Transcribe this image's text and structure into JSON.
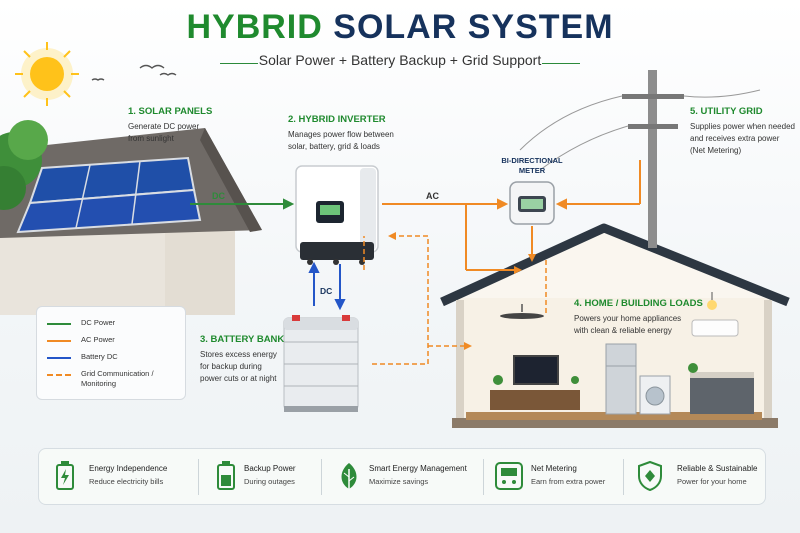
{
  "header": {
    "title_part1": "HYBRID",
    "title_part2": "SOLAR SYSTEM",
    "subtitle": "Solar Power + Battery Backup + Grid Support"
  },
  "components": {
    "solar": {
      "heading": "1. SOLAR PANELS",
      "desc1": "Generate DC power",
      "desc2": "from sunlight"
    },
    "inverter": {
      "heading": "2. HYBRID INVERTER",
      "desc1": "Manages power flow between",
      "desc2": "solar, battery, grid & loads"
    },
    "battery": {
      "heading": "3. BATTERY BANK",
      "desc1": "Stores excess energy",
      "desc2": "for backup during",
      "desc3": "power cuts or at night"
    },
    "home": {
      "heading": "4. HOME / BUILDING LOADS",
      "desc1": "Powers your home appliances",
      "desc2": "with clean & reliable energy"
    },
    "grid": {
      "heading": "5. UTILITY GRID",
      "desc1": "Supplies power when needed",
      "desc2": "and receives extra power",
      "desc3": "(Net Metering)"
    },
    "meter": {
      "heading1": "BI-DIRECTIONAL",
      "heading2": "METER"
    }
  },
  "flow_labels": {
    "dc_solar": "DC",
    "ac": "AC",
    "dc_battery": "DC"
  },
  "legend": [
    {
      "label": "DC Power",
      "color": "#2e8b3a",
      "style": "solid"
    },
    {
      "label": "AC Power",
      "color": "#f08a24",
      "style": "solid"
    },
    {
      "label": "Battery DC",
      "color": "#2456c8",
      "style": "solid"
    },
    {
      "label1": "Grid Communication /",
      "label2": "Monitoring",
      "color": "#f08a24",
      "style": "dashed"
    }
  ],
  "features": [
    {
      "icon": "battery-charging-icon",
      "title": "Energy Independence",
      "sub": "Reduce electricity bills"
    },
    {
      "icon": "battery-backup-icon",
      "title": "Backup Power",
      "sub": "During outages"
    },
    {
      "icon": "leaf-icon",
      "title": "Smart Energy Management",
      "sub": "Maximize savings"
    },
    {
      "icon": "meter-icon",
      "title": "Net Metering",
      "sub": "Earn from extra power"
    },
    {
      "icon": "shield-icon",
      "title": "Reliable & Sustainable",
      "sub": "Power for your home"
    }
  ],
  "colors": {
    "green": "#1f8a2e",
    "navy": "#16325c",
    "orange": "#f08a24",
    "blue": "#2456c8"
  }
}
